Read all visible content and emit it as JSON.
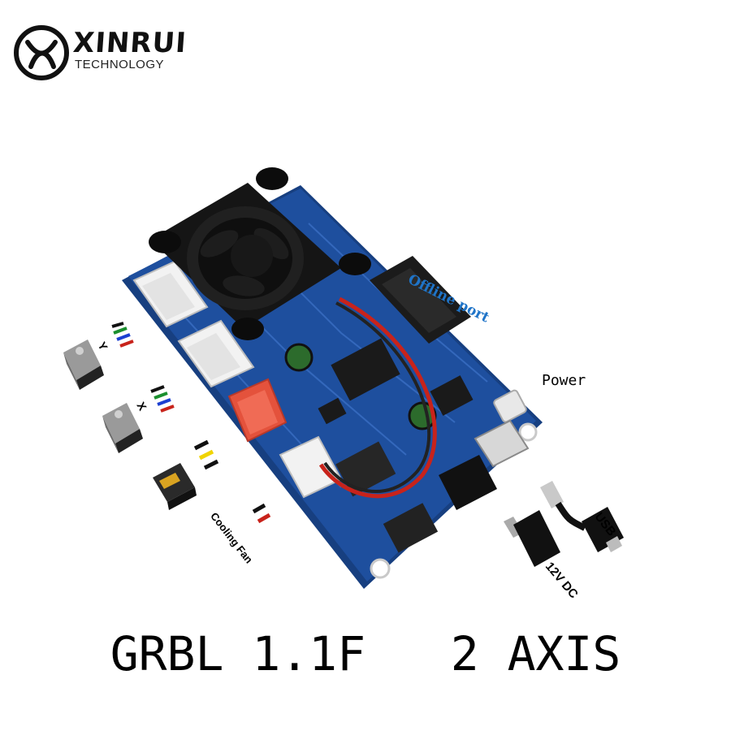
{
  "logo": {
    "brand": "XINRUI",
    "subtitle": "TECHNOLOGY"
  },
  "product": {
    "offline_port_label": "Offline port",
    "power_label": "Power",
    "usb_label": "USB",
    "dc_label": "12V DC",
    "fan_label": "Cooling Fan",
    "y_axis_label": "Y",
    "x_axis_label": "X"
  },
  "caption": "GRBL 1.1F   2 AXIS",
  "colors": {
    "pcb": "#1e4f9e",
    "pcb_edge": "#173f80",
    "fan": "#151515",
    "accent_label": "#1f74c8",
    "wire_red": "#c8231b",
    "wire_green": "#1a8f2e",
    "wire_blue": "#1c3fd1",
    "wire_yellow": "#f0d400"
  },
  "icons": {
    "logo": "xinrui-logo-icon",
    "motor_y": "stepper-motor-icon",
    "motor_x": "stepper-motor-icon",
    "laser": "laser-module-icon",
    "usb_cable": "usb-cable-icon",
    "dc_plug": "dc-plug-icon"
  }
}
